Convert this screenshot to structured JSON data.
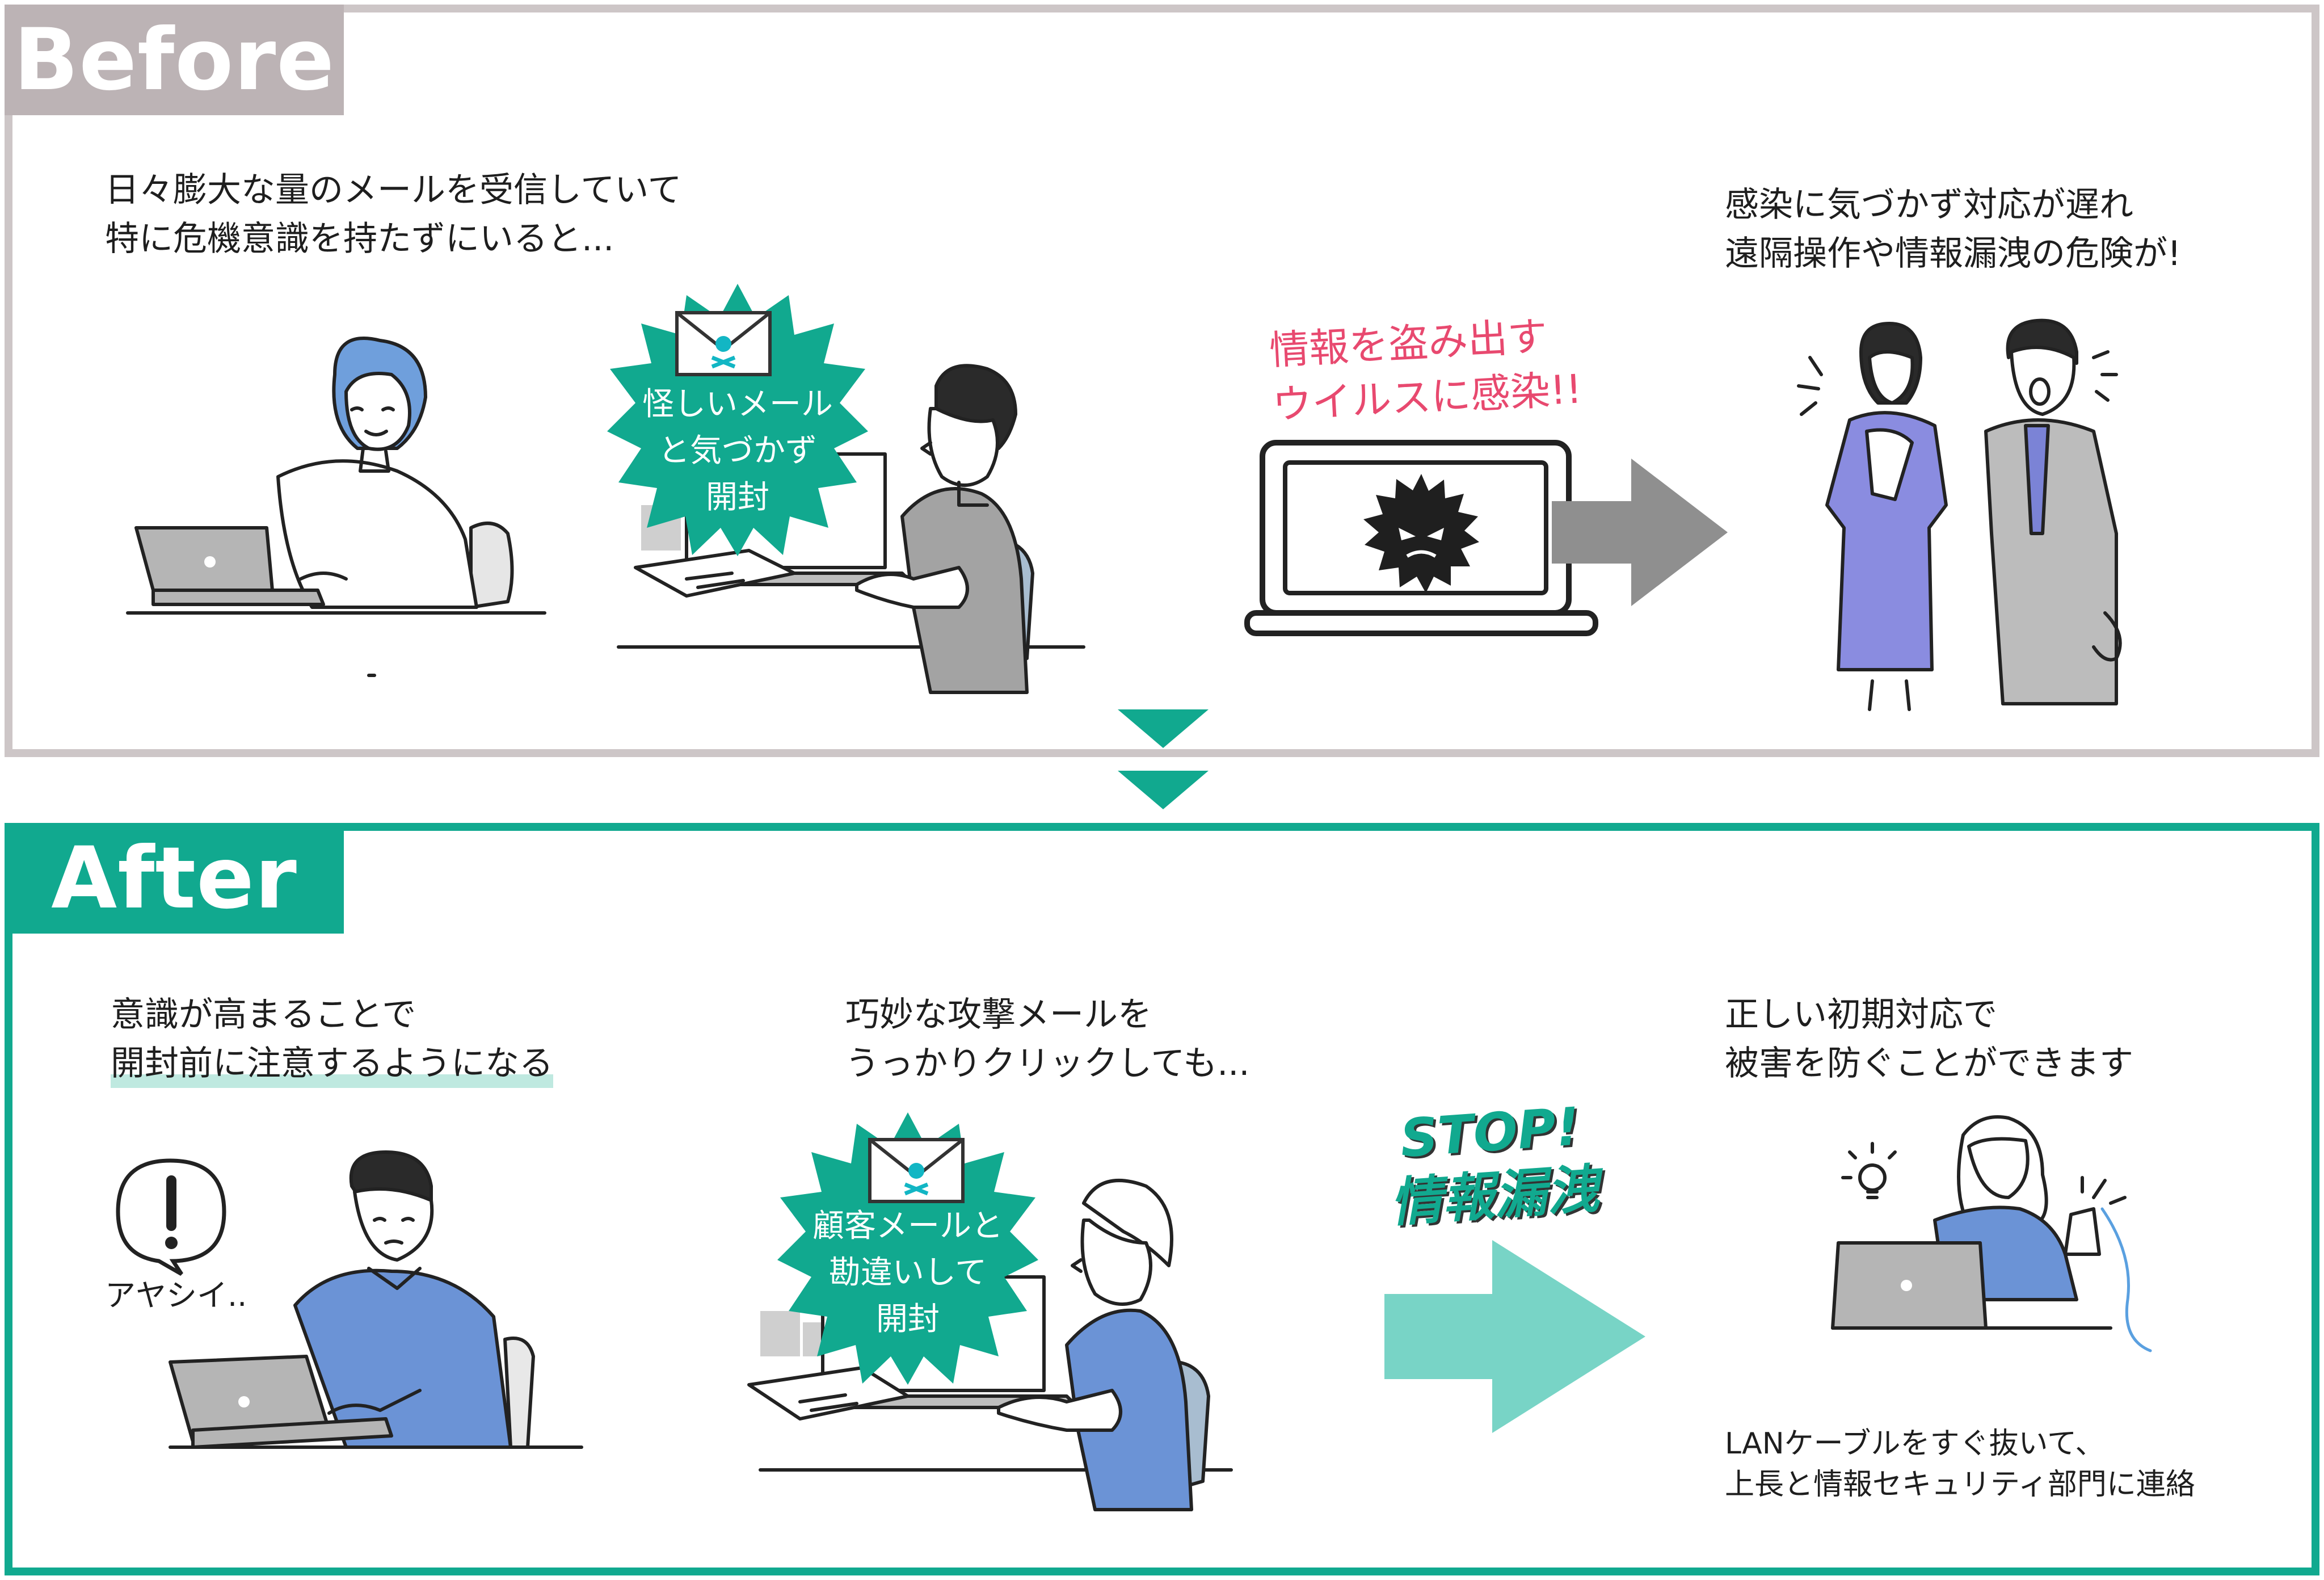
{
  "before": {
    "tab_label": "Before",
    "caption_left": [
      "日々膨大な量のメールを受信していて",
      "特に危機意識を持たずにいると..."
    ],
    "burst_text": [
      "怪しいメール",
      "と気づかず",
      "開封"
    ],
    "infection_text": [
      "情報を盗み出す",
      "ウイルスに感染!!"
    ],
    "caption_right": [
      "感染に気づかず対応が遅れ",
      "遠隔操作や情報漏洩の危険が!"
    ]
  },
  "after": {
    "tab_label": "After",
    "caption_left": [
      "意識が高まることで",
      "開封前に注意するようになる"
    ],
    "bubble_mark": "!",
    "suspicious_text": "アヤシイ..",
    "caption_middle": [
      "巧妙な攻撃メールを",
      "うっかりクリックしても..."
    ],
    "burst_text": [
      "顧客メールと",
      "勘違いして",
      "開封"
    ],
    "stop_text": [
      "STOP!",
      "情報漏洩"
    ],
    "caption_right": [
      "正しい初期対応で",
      "被害を防ぐことができます"
    ],
    "action_text": [
      "LANケーブルをすぐ抜いて、",
      "上長と情報セキュリティ部門に連絡"
    ]
  },
  "colors": {
    "before_frame": "#cdc6c7",
    "before_tab": "#bcb3b5",
    "after_frame": "#11a98f",
    "teal_arrow": "#11a98f",
    "stop_arrow": "#78d4c6",
    "infection_text": "#e8496f",
    "suit_purple": "#8a8ce0",
    "shirt_blue": "#6b93d6"
  },
  "icons": [
    "envelope-skull-icon",
    "virus-icon",
    "exclamation-bubble-icon",
    "lightbulb-icon"
  ]
}
